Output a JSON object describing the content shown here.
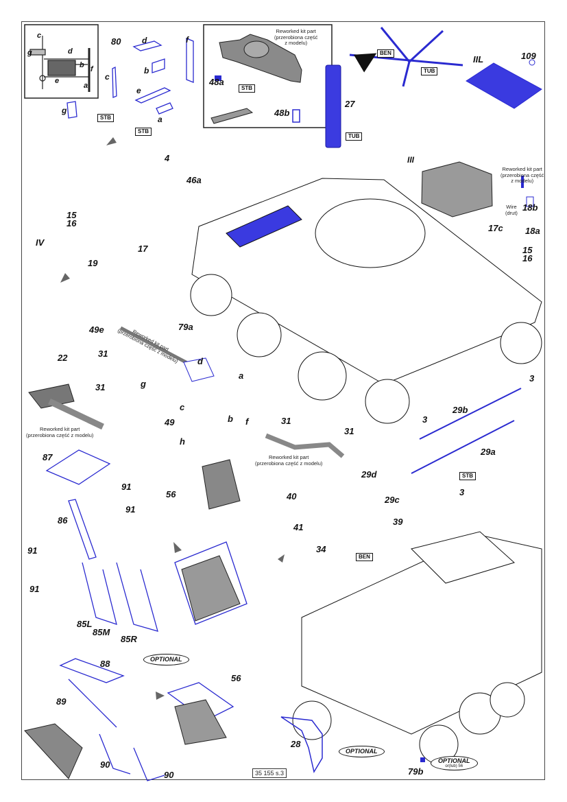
{
  "sheet": {
    "page_number": "35 155 s.3",
    "colors": {
      "part_blue": "#2a2ad0",
      "outline": "#111111",
      "kit_grey": "#9a9a9a",
      "arrow_red": "#d02020",
      "green": "#30c030"
    }
  },
  "inset_80": {
    "title": "80",
    "labels": [
      "c",
      "g",
      "d",
      "b",
      "f",
      "e",
      "a"
    ],
    "parts": {
      "a": "a",
      "b": "b",
      "c": "c",
      "d": "d",
      "e": "e",
      "f": "f",
      "g": "g"
    },
    "stb1": "STB",
    "stb2": "STB"
  },
  "inset_48": {
    "note": "Reworked kit part\n(przerobiona część\nz modelu)",
    "label_a": "48a",
    "label_b": "48b",
    "stb": "STB"
  },
  "antenna": {
    "label_27": "27",
    "tub1": "TUB",
    "ben": "BEN",
    "tub2": "TUB",
    "label_iil": "IIL",
    "label_109": "109",
    "label_iii": "III"
  },
  "radio_box": {
    "note": "Reworked kit part\n(przerobiona część\nz modelu)",
    "wire_note": "Wire\n(drut)",
    "label_18b": "18b",
    "label_17c": "17c",
    "label_18a": "18a",
    "label_15": "15",
    "label_16": "16"
  },
  "left_parts": {
    "label_4": "4",
    "label_46a": "46a",
    "label_15": "15",
    "label_16": "16",
    "label_iv": "IV",
    "label_19": "19",
    "label_17": "17",
    "label_79a": "79a",
    "label_49e": "49e"
  },
  "tools": {
    "shovel_note": "Reworked kit part\n(przerobiona część z modelu)",
    "label_31a": "31",
    "label_g": "g",
    "label_d": "d",
    "label_22": "22",
    "label_31b": "31",
    "label_a": "a",
    "label_c": "c",
    "label_b": "b",
    "label_f": "f",
    "label_49": "49",
    "label_h": "h",
    "axe_note": "Reworked kit part\n(przerobiona część z modelu)",
    "label_31c": "31",
    "label_31d": "31",
    "bar_note": "Reworked kit part\n(przerobiona część z modelu)"
  },
  "rails": {
    "label_3a": "3",
    "label_29b": "29b",
    "label_3b": "3",
    "label_29a": "29a",
    "label_29d": "29d",
    "stb": "STB",
    "label_3c": "3",
    "label_29c": "29c"
  },
  "jerrycan_rack": {
    "label_87": "87",
    "label_91a": "91",
    "label_91b": "91",
    "label_56": "56",
    "label_86": "86",
    "label_91c": "91",
    "label_91d": "91",
    "label_85l": "85L",
    "label_85m": "85M",
    "label_85r": "85R"
  },
  "fuel_cap": {
    "label_40": "40",
    "label_41": "41",
    "label_39": "39",
    "label_34": "34",
    "ben": "BEN"
  },
  "optional_rack": {
    "optional": "OPTIONAL",
    "label_88": "88",
    "label_89": "89",
    "label_56": "56",
    "label_90a": "90",
    "label_90b": "90"
  },
  "rear": {
    "label_28": "28",
    "optional1": "OPTIONAL",
    "optional2": "OPTIONAL",
    "optional2_sub": "or(lub) 56",
    "label_79b": "79b"
  }
}
